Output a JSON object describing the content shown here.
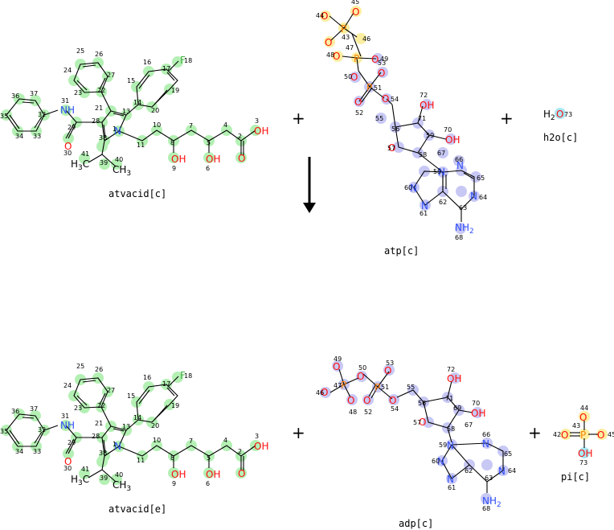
{
  "reaction": {
    "reactants": [
      {
        "label": "atvacid[c]"
      },
      {
        "label": "atp[c]"
      },
      {
        "label": "h2o[c]"
      }
    ],
    "products": [
      {
        "label": "atvacid[e]"
      },
      {
        "label": "adp[c]"
      },
      {
        "label": "pi[c]"
      }
    ],
    "plus_sign": "+",
    "arrow": "down-arrow"
  },
  "highlight_colors": {
    "atvacid": "#b4f0b4",
    "nucleotide": "#c8c8f5",
    "phosphorus_oxygen": "#fbeea0",
    "water": "#a8e8f4"
  },
  "atom_colors": {
    "carbon": "#000000",
    "nitrogen": "#3050f8",
    "oxygen": "#ff0d0d",
    "phosphorus": "#ff8000",
    "fluorine": "#90e050"
  },
  "molecules": {
    "atvacid": {
      "atoms": {
        "N1": "N",
        "C31": "NH",
        "O30": "O",
        "O9": "OH",
        "O6": "OH",
        "O1": "O",
        "O3": "OH",
        "F18": "F",
        "H3C": "H3C",
        "CH3": "CH3"
      },
      "atom_numbers": [
        "1",
        "2",
        "3",
        "4",
        "5",
        "6",
        "7",
        "8",
        "9",
        "10",
        "11",
        "13",
        "14",
        "15",
        "16",
        "17",
        "18",
        "19",
        "20",
        "21",
        "22",
        "23",
        "24",
        "25",
        "26",
        "27",
        "28",
        "29",
        "30",
        "31",
        "32",
        "33",
        "34",
        "35",
        "36",
        "37",
        "38",
        "39",
        "40",
        "41"
      ]
    },
    "atp": {
      "atoms": {
        "P": "P",
        "O": "O",
        "OH": "OH",
        "N": "N",
        "NH2": "NH2"
      },
      "atom_numbers": [
        "43",
        "44",
        "45",
        "46",
        "47",
        "48",
        "49",
        "50",
        "51",
        "52",
        "53",
        "54",
        "55",
        "56",
        "57",
        "58",
        "59",
        "60",
        "61",
        "62",
        "63",
        "64",
        "65",
        "66",
        "67",
        "68",
        "69",
        "70",
        "71",
        "72"
      ],
      "charges": [
        "-",
        "-",
        "-",
        "-"
      ]
    },
    "h2o": {
      "formula_h": "H",
      "formula_2": "2",
      "formula_o": "O",
      "atom_number": "73"
    },
    "adp": {
      "atoms": {
        "P": "P",
        "O": "O",
        "OH": "OH",
        "N": "N",
        "NH2": "NH2"
      },
      "atom_numbers": [
        "46",
        "47",
        "48",
        "49",
        "50",
        "51",
        "52",
        "53",
        "54",
        "55",
        "56",
        "57",
        "58",
        "59",
        "60",
        "61",
        "62",
        "63",
        "64",
        "65",
        "66",
        "67",
        "68",
        "69",
        "70",
        "71",
        "72"
      ],
      "charges": [
        "-",
        "-",
        "-"
      ]
    },
    "pi": {
      "atoms": {
        "P": "P",
        "O": "O",
        "OH": "OH"
      },
      "atom_numbers": [
        "42",
        "43",
        "44",
        "45",
        "73"
      ],
      "charges": [
        "-",
        "-"
      ]
    }
  }
}
